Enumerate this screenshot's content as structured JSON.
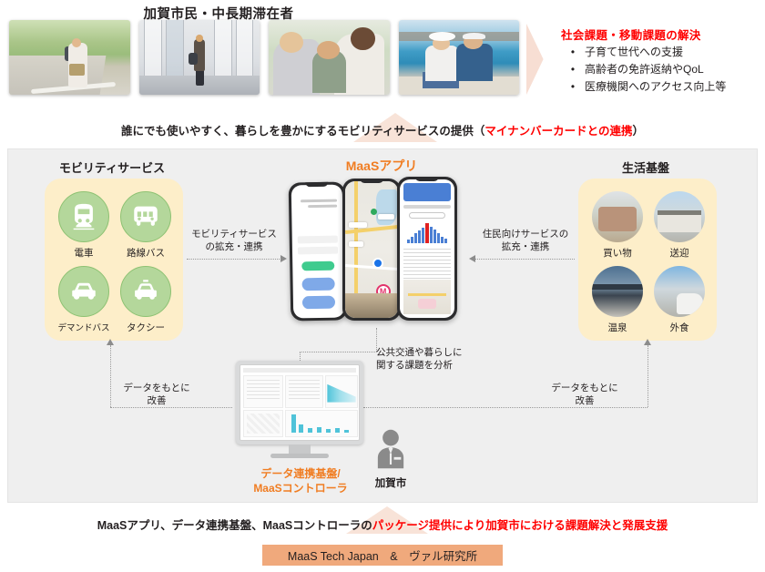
{
  "header": {
    "title": "加賀市民・中長期滞在者",
    "photos": [
      {
        "name": "boy-running-photo",
        "alt": "小学生"
      },
      {
        "name": "woman-commuting-photo",
        "alt": "通勤女性"
      },
      {
        "name": "family-photo",
        "alt": "子育て世代"
      },
      {
        "name": "senior-couple-photo",
        "alt": "高齢者夫婦"
      }
    ],
    "arrow_icon": "chevron-right-icon"
  },
  "challenges": {
    "title": "社会課題・移動課題の解決",
    "bullet": "•",
    "items": [
      "子育て世代への支援",
      "高齢者の免許返納やQoL",
      "医療機関へのアクセス向上等"
    ]
  },
  "subtitle": {
    "text": "誰にでも使いやすく、暮らしを豊かにするモビリティサービスの提供（",
    "highlight": "マイナンバーカードとの連携",
    "tail": "）"
  },
  "mobility": {
    "title": "モビリティサービス",
    "tiles": [
      {
        "label": "電車",
        "icon": "train-icon"
      },
      {
        "label": "路線バス",
        "icon": "bus-icon"
      },
      {
        "label": "デマンドバス",
        "icon": "car-icon"
      },
      {
        "label": "タクシー",
        "icon": "taxi-icon"
      }
    ]
  },
  "maas": {
    "title": "MaaSアプリ",
    "phones": [
      {
        "name": "phone-login-screen"
      },
      {
        "name": "phone-map-screen"
      },
      {
        "name": "phone-data-screen"
      }
    ]
  },
  "life": {
    "title": "生活基盤",
    "tiles": [
      {
        "label": "買い物",
        "icon": "shopping-photo"
      },
      {
        "label": "送迎",
        "icon": "station-photo"
      },
      {
        "label": "温泉",
        "icon": "onsen-photo"
      },
      {
        "label": "外食",
        "icon": "restaurant-photo"
      }
    ]
  },
  "connectors": {
    "left": "モビリティサービス\nの拡充・連携",
    "left_l1": "モビリティサービス",
    "left_l2": "の拡充・連携",
    "right_l1": "住民向けサービスの",
    "right_l2": "拡充・連携",
    "center_l1": "公共交通や暮らしに",
    "center_l2": "関する課題を分析",
    "bottom_left_l1": "データをもとに",
    "bottom_left_l2": "改善",
    "bottom_right_l1": "データをもとに",
    "bottom_right_l2": "改善"
  },
  "controller": {
    "label_l1": "データ連携基盤/",
    "label_l2": "MaaSコントローラ",
    "monitor_name": "dashboard-monitor"
  },
  "city": {
    "label": "加賀市",
    "icon": "business-person-icon"
  },
  "footer": {
    "text_lead": "MaaSアプリ、データ連携基盤、MaaSコントローラの",
    "text_highlight": "パッケージ提供により加賀市における課題解決と発展支援",
    "badge": "MaaS Tech Japan　&　ヴァル研究所"
  },
  "colors": {
    "accent_orange": "#f07d22",
    "alert_red": "#ff0000",
    "panel_gray": "#efefef",
    "card_yellow": "#fdeec9",
    "tile_green": "#b4d79b",
    "badge_peach": "#f0a97c"
  }
}
